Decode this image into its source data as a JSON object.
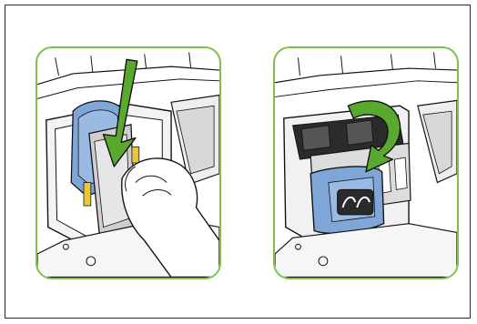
{
  "illustration": {
    "panels": [
      {
        "id": "step-insert-printhead",
        "depicts": "hand-pushing-printhead-down",
        "arrow": "green-down-arrow",
        "accent": "#7cc24a"
      },
      {
        "id": "step-close-latch",
        "depicts": "printhead-latch-closing",
        "arrow": "green-curved-arrow",
        "accent": "#7cc24a"
      }
    ],
    "colors": {
      "border_green": "#7cc24a",
      "arrow_green": "#58a92d",
      "carriage_blue": "#7fa6d6",
      "line": "#111111"
    }
  }
}
